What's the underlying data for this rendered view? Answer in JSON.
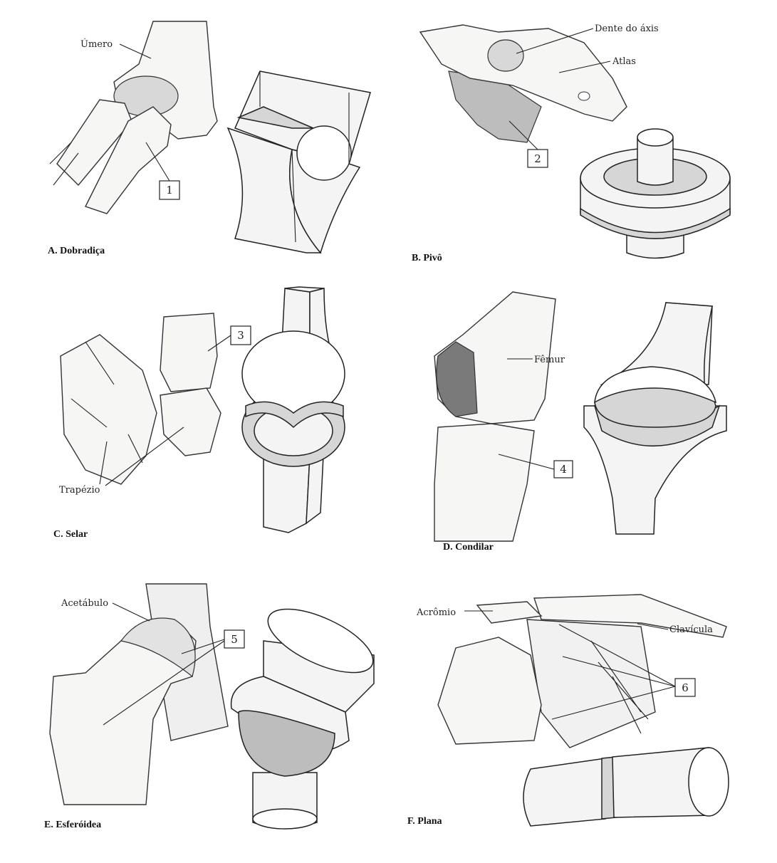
{
  "panels": {
    "a": {
      "caption": "A. Dobradiça",
      "labels": {
        "umero": "Úmero"
      },
      "number": "1"
    },
    "b": {
      "caption": "B. Pivô",
      "labels": {
        "dente": "Dente do áxis",
        "atlas": "Atlas"
      },
      "number": "2"
    },
    "c": {
      "caption": "C. Selar",
      "labels": {
        "trapezio": "Trapézio"
      },
      "number": "3"
    },
    "d": {
      "caption": "D. Condilar",
      "labels": {
        "femur": "Fêmur"
      },
      "number": "4"
    },
    "e": {
      "caption": "E. Esferóidea",
      "labels": {
        "acetabulo": "Acetábulo"
      },
      "number": "5"
    },
    "f": {
      "caption": "F. Plana",
      "labels": {
        "acromio": "Acrômio",
        "clavicula": "Clavícula"
      },
      "number": "6"
    }
  }
}
